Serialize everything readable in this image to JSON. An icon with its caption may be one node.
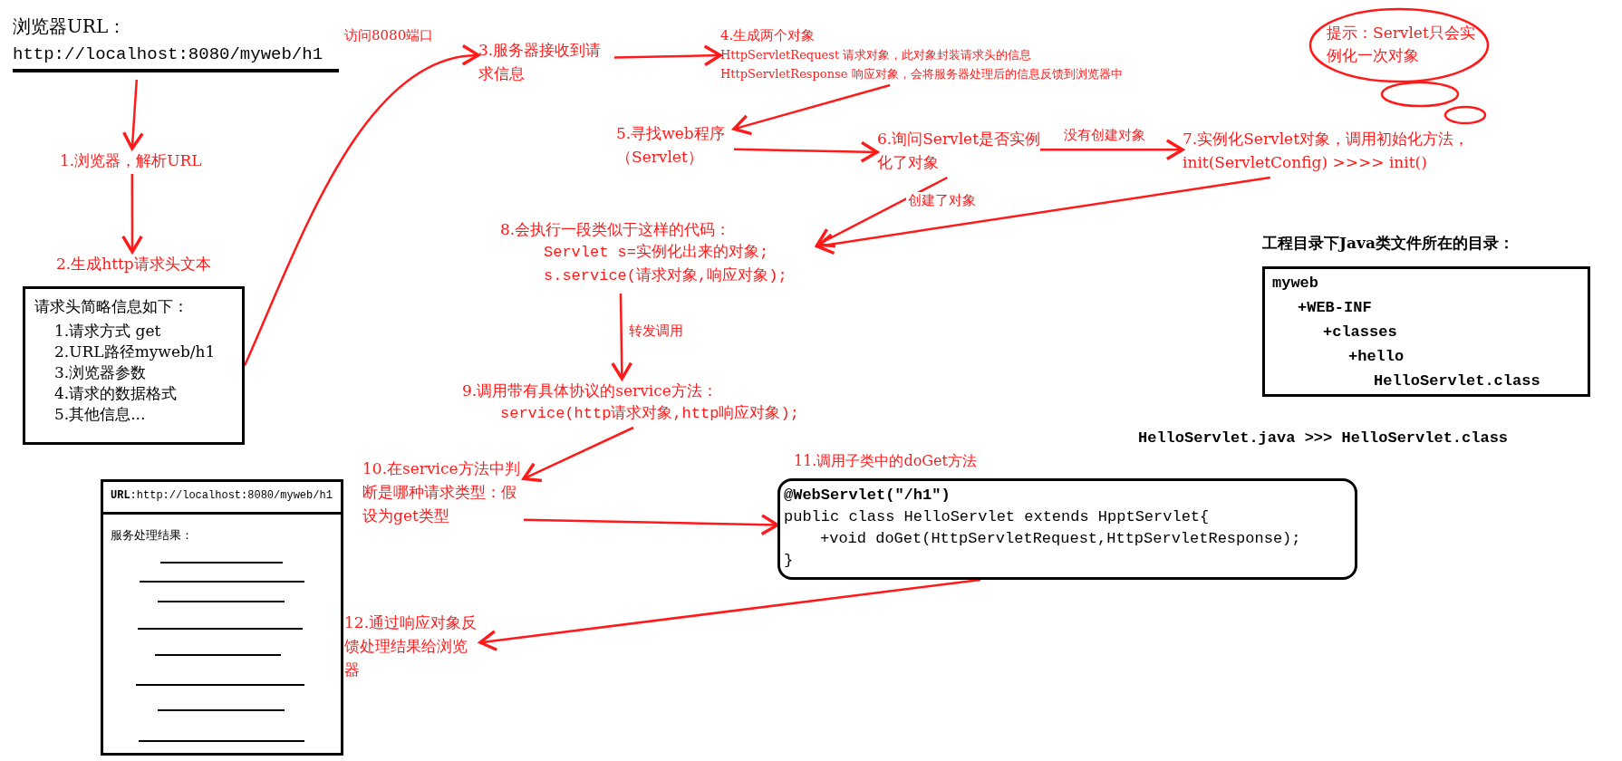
{
  "diagram": {
    "nodes": [
      {
        "text": [
          "浏览器URL：",
          "http://localhost:8080/myweb/h1"
        ]
      },
      {
        "text": [
          "1.浏览器，解析URL"
        ]
      },
      {
        "text": [
          "2.生成http请求头文本"
        ]
      },
      {
        "text": [
          "请求头简略信息如下：",
          "1.请求方式 get",
          "2.URL路径myweb/h1",
          "3.浏览器参数",
          "4.请求的数据格式",
          "5.其他信息..."
        ]
      },
      {
        "text": [
          "3.服务器接收到请求信息"
        ]
      },
      {
        "text": [
          "4.生成两个对象",
          "HttpServletRequest 请求对象，此对象封装请求头的信息",
          "HttpServletResponse 响应对象，会将服务器处理后的信息反馈到浏览器中"
        ]
      },
      {
        "text": [
          "5.寻找web程序（Servlet）"
        ]
      },
      {
        "text": [
          "6.询问Servlet是否实例化了对象"
        ]
      },
      {
        "text": [
          "7.实例化Servlet对象，调用初始化方法，init(ServletConfig) >>>> init()"
        ]
      },
      {
        "text": [
          "8.会执行一段类似于这样的代码：",
          "Servlet s=实例化出来的对象;",
          "s.service(请求对象,响应对象);"
        ]
      },
      {
        "text": [
          "9.调用带有具体协议的service方法：",
          "service(http请求对象,http响应对象);"
        ]
      },
      {
        "text": [
          "10.在service方法中判断是哪种请求类型：假设为get类型"
        ]
      },
      {
        "text": [
          "11.调用子类中的doGet方法",
          "@WebServlet(\"/h1\")",
          "public class HelloServlet extends HpptServlet{",
          "+void doGet(HttpServletRequest,HttpServletResponse);",
          "}"
        ]
      },
      {
        "text": [
          "12.通过响应对象反馈处理结果给浏览器"
        ]
      },
      {
        "text": [
          "**URL**:http://localhost:8080/myweb/h1",
          "服务处理结果："
        ]
      },
      {
        "text": [
          "提示：Servlet只会实例化一次对象"
        ]
      },
      {
        "text": [
          "工程目录下Java类文件所在的目录：",
          "myweb",
          "+WEB-INF",
          "+classes",
          "+hello",
          "HelloServlet.class"
        ]
      }
    ],
    "edges": [
      {
        "from": 0,
        "to": 1,
        "arrow": "to"
      },
      {
        "from": 1,
        "to": 2,
        "arrow": "to"
      },
      {
        "from": 3,
        "to": 4,
        "label": "访问8080端口",
        "arrow": "to"
      },
      {
        "from": 4,
        "to": 5,
        "arrow": "to"
      },
      {
        "from": 5,
        "to": 6,
        "arrow": "to"
      },
      {
        "from": 6,
        "to": 7,
        "arrow": "to"
      },
      {
        "from": 7,
        "to": 8,
        "label": "没有创建对象",
        "arrow": "to"
      },
      {
        "from": 7,
        "to": 9,
        "label": "创建了对象",
        "arrow": "to"
      },
      {
        "from": 8,
        "to": 9,
        "arrow": "to"
      },
      {
        "from": 9,
        "to": 10,
        "label": "转发调用",
        "arrow": "to"
      },
      {
        "from": 10,
        "to": 11,
        "arrow": "to"
      },
      {
        "from": 11,
        "to": 12,
        "arrow": "to"
      },
      {
        "from": 12,
        "to": 13,
        "arrow": "to"
      }
    ],
    "labels": [
      "HelloServlet.java >>> HelloServlet.class"
    ]
  }
}
